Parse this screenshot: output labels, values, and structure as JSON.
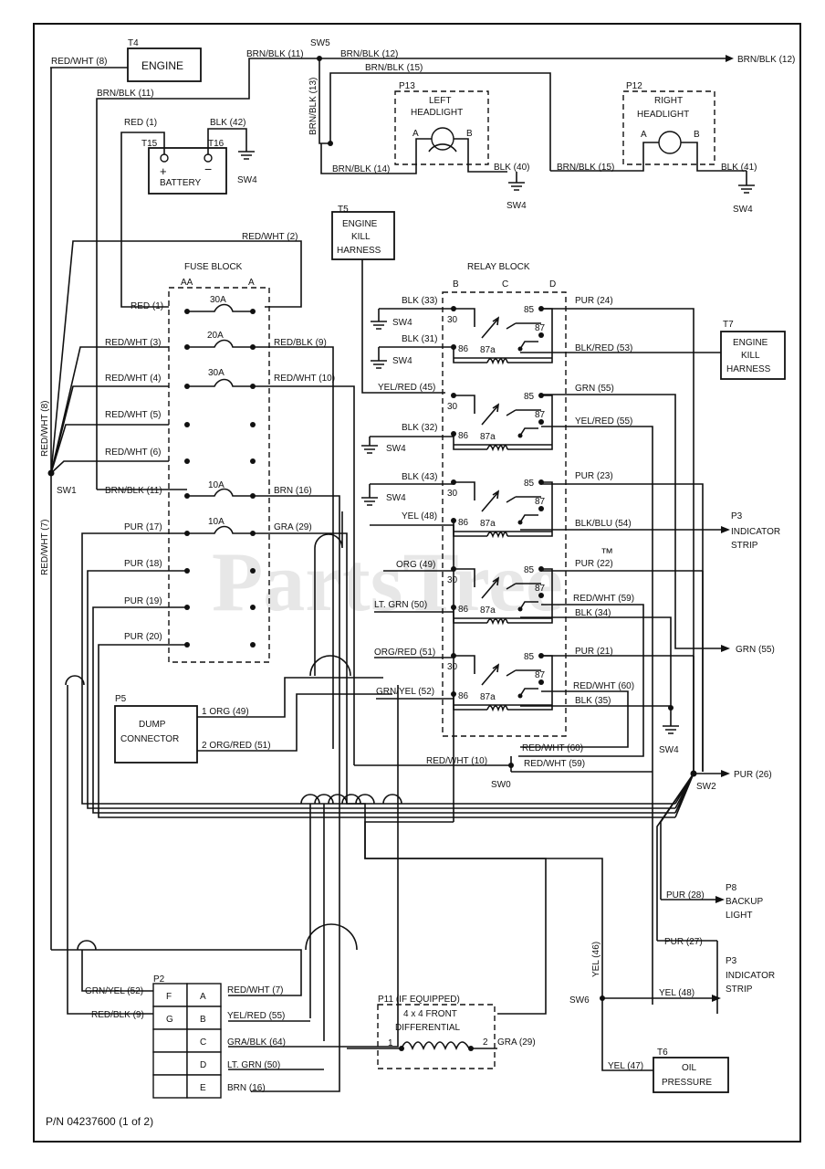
{
  "labels": {
    "t4": "T4",
    "engine": "ENGINE",
    "sw5": "SW5",
    "sw1": "SW1",
    "sw2": "SW2",
    "sw6": "SW6",
    "sw0": "SW0",
    "sw4": "SW4",
    "p13": "P13",
    "left_headlight_1": "LEFT",
    "left_headlight_2": "HEADLIGHT",
    "p12": "P12",
    "right_headlight_1": "RIGHT",
    "right_headlight_2": "HEADLIGHT",
    "pin_a": "A",
    "pin_b": "B",
    "t15": "T15",
    "t16": "T16",
    "battery": "BATTERY",
    "t5": "T5",
    "ekh5_1": "ENGINE",
    "ekh5_2": "KILL",
    "ekh5_3": "HARNESS",
    "t7": "T7",
    "ekh7_1": "ENGINE",
    "ekh7_2": "KILL",
    "ekh7_3": "HARNESS",
    "fuse_block": "FUSE BLOCK",
    "fb_aa": "AA",
    "fb_a": "A",
    "relay_block": "RELAY BLOCK",
    "rb_b": "B",
    "rb_c": "C",
    "rb_d": "D",
    "f30a": "30A",
    "f20a": "20A",
    "f10a": "10A",
    "r30": "30",
    "r85": "85",
    "r86": "86",
    "r87": "87",
    "r87a": "87a",
    "p3": "P3",
    "indicator_strip_1": "INDICATOR",
    "indicator_strip_2": "STRIP",
    "p5": "P5",
    "dump_1": "DUMP",
    "dump_2": "CONNECTOR",
    "p8": "P8",
    "backup_1": "BACKUP",
    "backup_2": "LIGHT",
    "p3b": "P3",
    "ind2_1": "INDICATOR",
    "ind2_2": "STRIP",
    "p2": "P2",
    "p11": "P11 (IF EQUIPPED)",
    "diff_1": "4 x 4 FRONT",
    "diff_2": "DIFFERENTIAL",
    "diff_pin1": "1",
    "diff_pin2": "2",
    "t6": "T6",
    "oil_1": "OIL",
    "oil_2": "PRESSURE",
    "pn": "P/N 04237600 (1 of 2)",
    "watermark": "PartsTree",
    "tm": "™"
  },
  "wires": {
    "redwht8": "RED/WHT (8)",
    "brnblk11a": "BRN/BLK (11)",
    "brnblk12a": "BRN/BLK (12)",
    "brnblk12b": "BRN/BLK (12)",
    "brnblk15a": "BRN/BLK (15)",
    "brnblk13": "BRN/BLK (13)",
    "brnblk11b": "BRN/BLK (11)",
    "red1a": "RED (1)",
    "blk42": "BLK (42)",
    "brnblk14": "BRN/BLK (14)",
    "blk40": "BLK (40)",
    "brnblk15b": "BRN/BLK (15)",
    "blk41": "BLK (41)",
    "redwht2": "RED/WHT (2)",
    "red1b": "RED (1)",
    "redwht3": "RED/WHT (3)",
    "redwht4": "RED/WHT (4)",
    "redwht5": "RED/WHT (5)",
    "redwht6": "RED/WHT (6)",
    "brnblk11c": "BRN/BLK (11)",
    "redblk9a": "RED/BLK (9)",
    "redwht10a": "RED/WHT (10)",
    "brn16a": "BRN (16)",
    "gra29a": "GRA (29)",
    "pur17": "PUR (17)",
    "pur18": "PUR (18)",
    "pur19": "PUR (19)",
    "pur20": "PUR (20)",
    "redwht8v": "RED/WHT (8)",
    "redwht7v": "RED/WHT (7)",
    "blk33": "BLK (33)",
    "blk31": "BLK (31)",
    "yelred45": "YEL/RED (45)",
    "blk32": "BLK (32)",
    "blk43": "BLK (43)",
    "yel48a": "YEL (48)",
    "org49a": "ORG (49)",
    "ltgrn50a": "LT. GRN (50)",
    "orgred51a": "ORG/RED (51)",
    "grnyel52a": "GRN/YEL (52)",
    "pur24": "PUR (24)",
    "blkred53": "BLK/RED (53)",
    "grn55a": "GRN (55)",
    "yelred55": "YEL/RED (55)",
    "pur23": "PUR (23)",
    "blkblu54": "BLK/BLU (54)",
    "pur22": "PUR (22)",
    "redwht59a": "RED/WHT (59)",
    "blk34": "BLK (34)",
    "pur21": "PUR (21)",
    "redwht60a": "RED/WHT (60)",
    "blk35": "BLK (35)",
    "redwht60b": "RED/WHT (60)",
    "redwht59b": "RED/WHT (59)",
    "redwht10b": "RED/WHT (10)",
    "grn55b": "GRN (55)",
    "pur26": "PUR (26)",
    "org49b": "1  ORG (49)",
    "orgred51b": "2  ORG/RED (51)",
    "pur28": "PUR (28)",
    "pur27": "PUR (27)",
    "yel46": "YEL (46)",
    "yel48b": "YEL (48)",
    "yel47": "YEL (47)",
    "grnyel52b": "GRN/YEL (52)",
    "redblk9b": "RED/BLK (9)",
    "redwht7": "RED/WHT (7)",
    "yelred55b": "YEL/RED (55)",
    "grablk64": "GRA/BLK (64)",
    "ltgrn50b": "LT. GRN (50)",
    "brn16b": "BRN (16)",
    "gra29b": "GRA (29)"
  },
  "p2_pins": [
    "F",
    "A",
    "G",
    "B",
    "C",
    "D",
    "E"
  ]
}
